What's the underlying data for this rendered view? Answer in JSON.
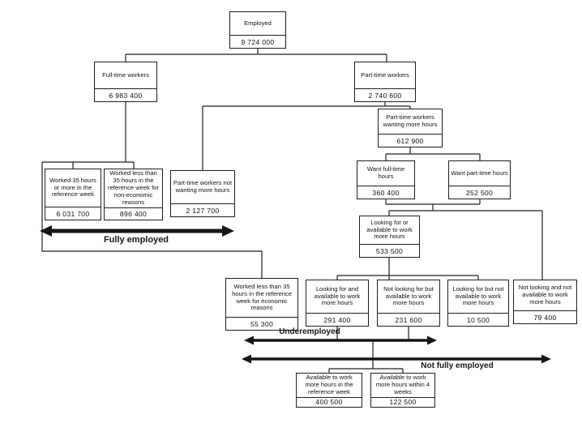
{
  "diagram": {
    "title_hint": "Employment classification flowchart",
    "colors": {
      "line": "#1f1f1f",
      "box_border": "#1f1f1f",
      "background": "#ffffff",
      "text": "#111111"
    },
    "boxes": {
      "employed": {
        "label": "Employed",
        "value": "9 724 000"
      },
      "full_time": {
        "label": "Full-time workers",
        "value": "6 983 400"
      },
      "part_time": {
        "label": "Part-time workers",
        "value": "2 740 600"
      },
      "pt_wanting": {
        "label": "Part-time workers wanting more hours",
        "value": "612 900"
      },
      "worked_35_plus": {
        "label": "Worked 35 hours or more in the reference week",
        "value": "6 031 700"
      },
      "worked_less_non_econ": {
        "label": "Worked less than 35 hours in the reference week for non-economic reasons",
        "value": "896 400"
      },
      "pt_not_wanting": {
        "label": "Part-time workers not wanting more hours",
        "value": "2 127 700"
      },
      "want_ft": {
        "label": "Want full-time hours",
        "value": "360 400"
      },
      "want_pt": {
        "label": "Want part-time hours",
        "value": "252 500"
      },
      "looking_or_available": {
        "label": "Looking for or available to work more hours",
        "value": "533 500"
      },
      "worked_less_econ": {
        "label": "Worked less than 35 hours in the reference week for economic reasons",
        "value": "55 300"
      },
      "looking_and_available": {
        "label": "Looking for and available  to work more hours",
        "value": "291 400"
      },
      "not_looking_but_available": {
        "label": "Not looking for but available to work more hours",
        "value": "231 600"
      },
      "looking_not_available": {
        "label": "Looking for but not available to work more hours",
        "value": "10 500"
      },
      "not_looking_not_available": {
        "label": "Not looking and not available to work more hours",
        "value": "79 400"
      },
      "available_ref_week": {
        "label": "Available to work more hours in the reference week",
        "value": "400 500"
      },
      "available_4_weeks": {
        "label": "Available to work more hours within 4 weeks",
        "value": "122 500"
      }
    },
    "arrows": {
      "fully_employed": "Fully employed",
      "underemployed": "Underemployed",
      "not_fully_employed": "Not fully employed"
    }
  }
}
